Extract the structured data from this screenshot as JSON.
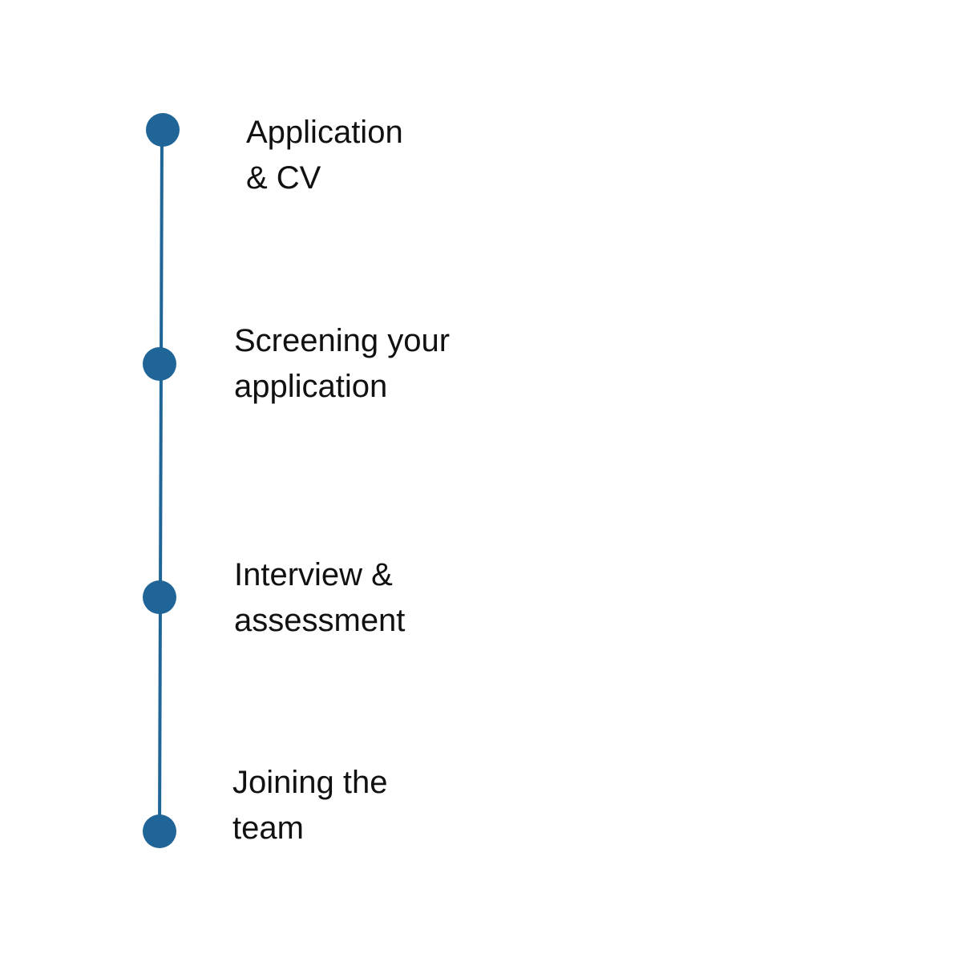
{
  "colors": {
    "accent": "#1f6598",
    "text": "#111111",
    "background": "#ffffff"
  },
  "steps": [
    {
      "lines": [
        "Application",
        "& CV"
      ]
    },
    {
      "lines": [
        "Screening your",
        "application"
      ]
    },
    {
      "lines": [
        "Interview &",
        "assessment"
      ]
    },
    {
      "lines": [
        "Joining the",
        "team"
      ]
    }
  ]
}
